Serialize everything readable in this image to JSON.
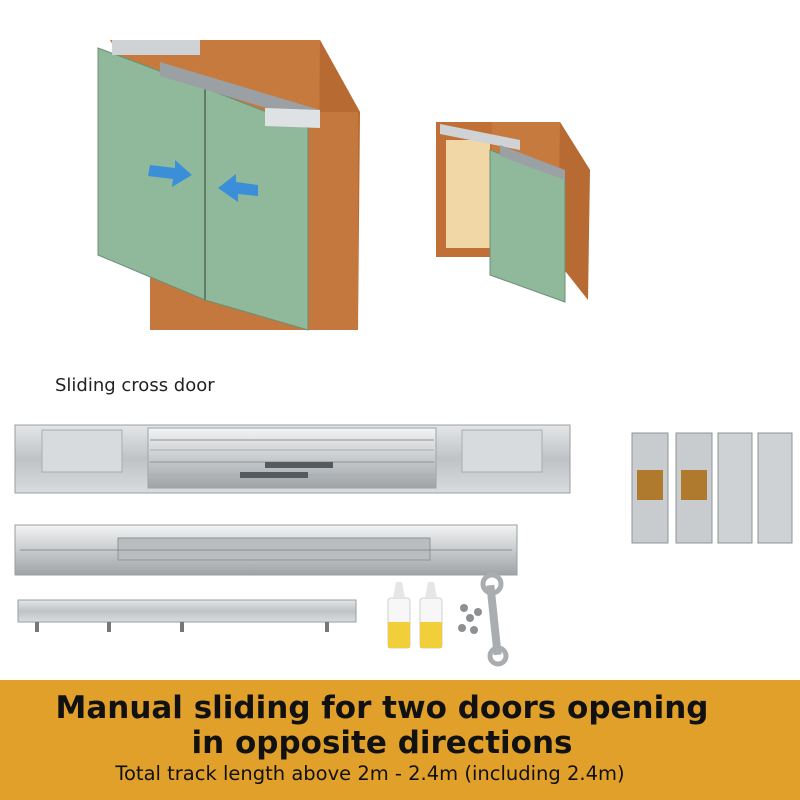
{
  "caption": "Sliding cross door",
  "banner": {
    "headline_line1": "Manual sliding for two doors opening",
    "headline_line2": "in opposite directions",
    "subtitle": "Total track length above 2m - 2.4m (including 2.4m)"
  },
  "colors": {
    "door_green": "#8fb99a",
    "cabinet_wood": "#b8703c",
    "arrow_blue": "#3b8fd8",
    "metal": "#c8cacc",
    "banner": "#e0a02a",
    "glue_yellow": "#f1cf3a"
  }
}
